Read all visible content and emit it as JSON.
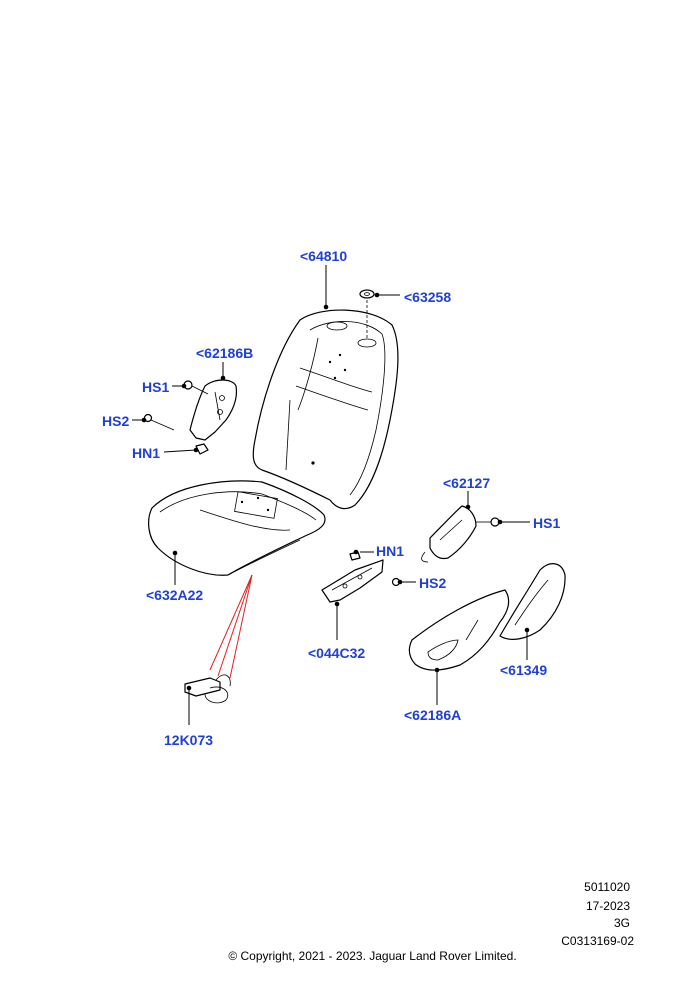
{
  "labels": {
    "p64810": "<64810",
    "p63258": "<63258",
    "p62186B": "<62186B",
    "hs1_left": "HS1",
    "hs2_left": "HS2",
    "hn1_left": "HN1",
    "p62127": "<62127",
    "hs1_right": "HS1",
    "hn1_right": "HN1",
    "hs2_right": "HS2",
    "p632A22": "<632A22",
    "p044C32": "<044C32",
    "p61349": "<61349",
    "p62186A": "<62186A",
    "p12K073": "12K073"
  },
  "meta": {
    "line1": "5011020",
    "line2": "17-2023",
    "line3": "3G",
    "line4": "C0313169-02"
  },
  "copyright": "© Copyright, 2021 - 2023. Jaguar Land Rover Limited.",
  "colors": {
    "label": "#1f3fd6",
    "leader_line": "#000000",
    "relation_line": "#e02020"
  }
}
